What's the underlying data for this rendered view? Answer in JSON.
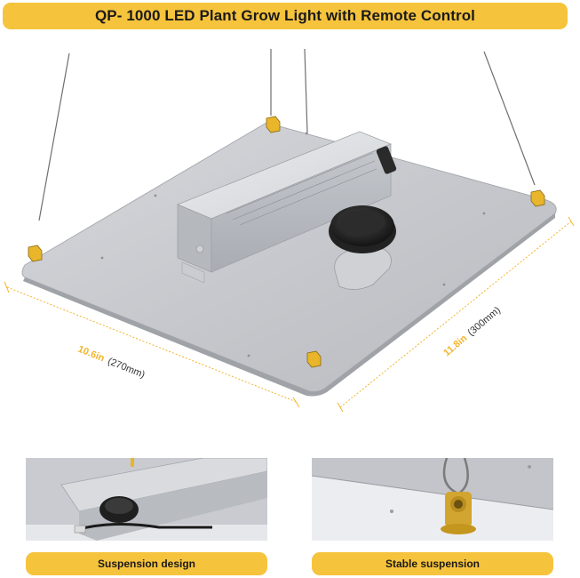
{
  "header": {
    "title": "QP- 1000 LED Plant Grow Light with Remote Control"
  },
  "dimensions": {
    "width_inches": "10.6in",
    "width_mm": "(270mm)",
    "length_inches": "11.8in",
    "length_mm": "(300mm)"
  },
  "features": [
    {
      "label": "Suspension design"
    },
    {
      "label": "Stable suspension"
    }
  ],
  "colors": {
    "accent": "#f6c33c",
    "panel": "#c7c9ce",
    "driver": "#d9dbdf"
  }
}
